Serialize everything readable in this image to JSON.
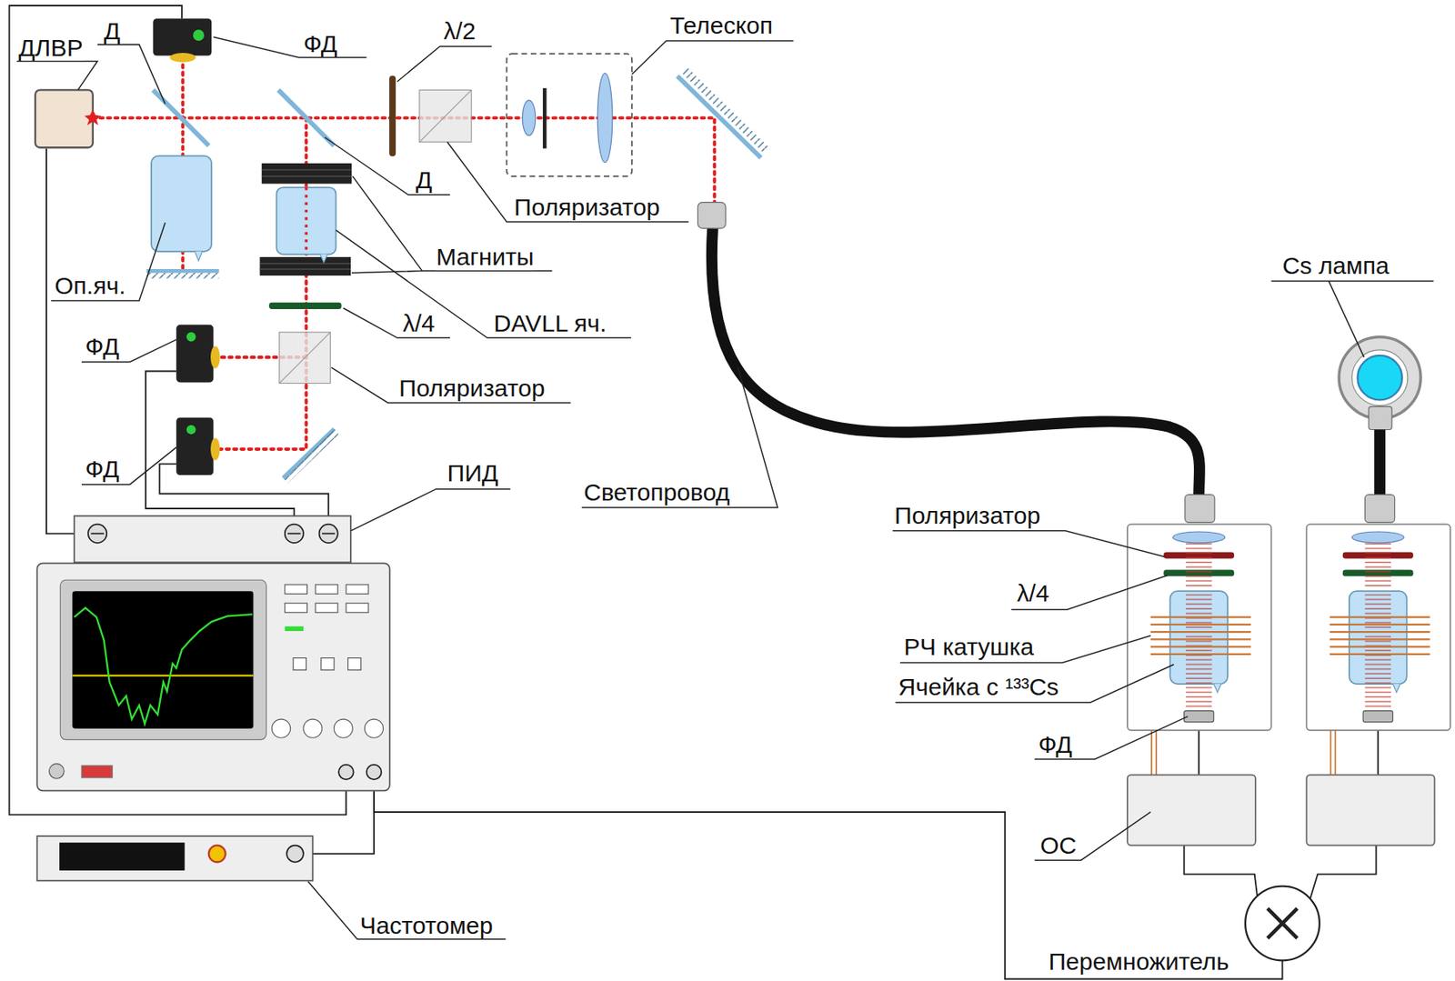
{
  "diagram": {
    "labels": [
      "ДЛВР",
      "Д",
      "ФД",
      "λ/2",
      "Телескоп",
      "Д",
      "Поляризатор",
      "Оп.яч.",
      "Магниты",
      "DAVLL яч.",
      "λ/4",
      "ФД",
      "Поляризатор",
      "ФД",
      "ПИД",
      "Светопровод",
      "Cs лампа",
      "Поляризатор",
      "λ/4",
      "РЧ катушка",
      "Ячейка с ¹³³Cs",
      "ФД",
      "ОС",
      "Частотомер",
      "Перемножитель"
    ]
  }
}
